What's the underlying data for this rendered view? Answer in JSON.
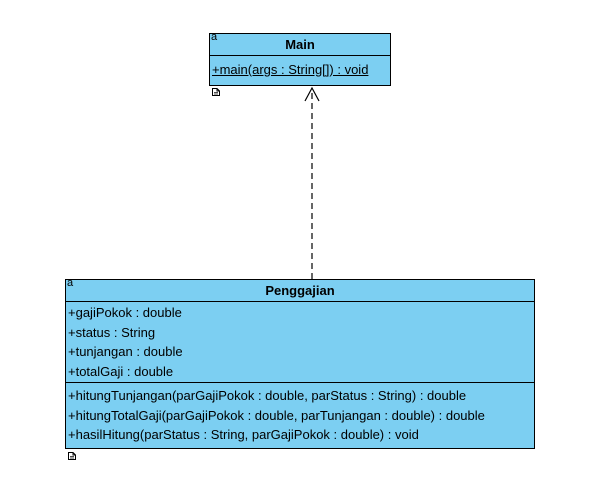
{
  "main_class": {
    "stereotype": "a",
    "name": "Main",
    "operations": [
      "+main(args : String[]) : void"
    ]
  },
  "penggajian_class": {
    "stereotype": "a",
    "name": "Penggajian",
    "attributes": [
      "+gajiPokok : double",
      "+status : String",
      "+tunjangan : double",
      "+totalGaji : double"
    ],
    "operations": [
      "+hitungTunjangan(parGajiPokok : double, parStatus : String) : double",
      "+hitungTotalGaji(parGajiPokok : double, parTunjangan : double) : double",
      "+hasilHitung(parStatus : String, parGajiPokok : double) : void"
    ]
  },
  "colors": {
    "class_fill": "#7ccff2",
    "border": "#000000"
  },
  "icons": [
    "document-icon",
    "document-icon"
  ],
  "relationship": {
    "type": "dependency",
    "from": "Penggajian",
    "to": "Main",
    "style": "dashed-open-arrow"
  }
}
